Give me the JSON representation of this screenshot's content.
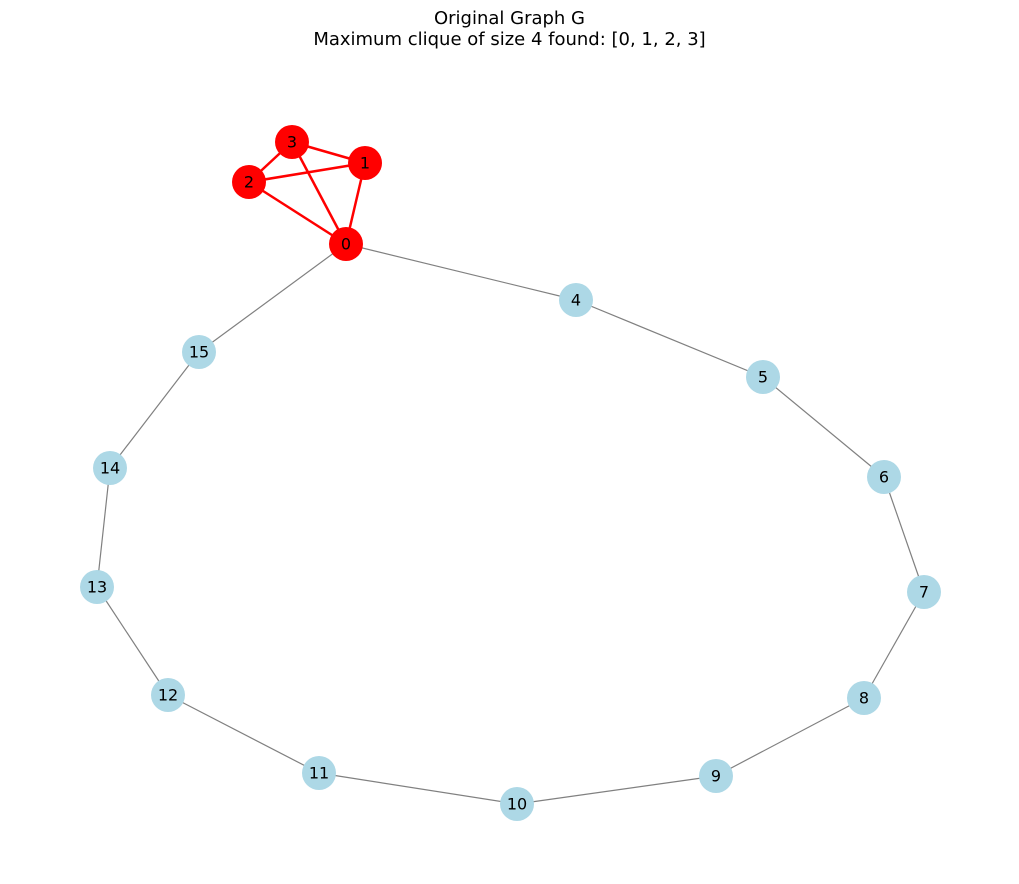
{
  "title": {
    "line1": "Original Graph G",
    "line2": "Maximum clique of size 4 found: [0, 1, 2, 3]"
  },
  "colors": {
    "clique_node": "#ff0000",
    "clique_edge": "#ff0000",
    "other_node": "#add8e6",
    "other_edge": "#808080",
    "label": "#000000"
  },
  "graph": {
    "clique": [
      0,
      1,
      2,
      3
    ],
    "nodes": [
      {
        "id": 0,
        "label": "0"
      },
      {
        "id": 1,
        "label": "1"
      },
      {
        "id": 2,
        "label": "2"
      },
      {
        "id": 3,
        "label": "3"
      },
      {
        "id": 4,
        "label": "4"
      },
      {
        "id": 5,
        "label": "5"
      },
      {
        "id": 6,
        "label": "6"
      },
      {
        "id": 7,
        "label": "7"
      },
      {
        "id": 8,
        "label": "8"
      },
      {
        "id": 9,
        "label": "9"
      },
      {
        "id": 10,
        "label": "10"
      },
      {
        "id": 11,
        "label": "11"
      },
      {
        "id": 12,
        "label": "12"
      },
      {
        "id": 13,
        "label": "13"
      },
      {
        "id": 14,
        "label": "14"
      },
      {
        "id": 15,
        "label": "15"
      }
    ],
    "edges": [
      [
        0,
        1
      ],
      [
        0,
        2
      ],
      [
        0,
        3
      ],
      [
        1,
        2
      ],
      [
        1,
        3
      ],
      [
        2,
        3
      ],
      [
        0,
        4
      ],
      [
        4,
        5
      ],
      [
        5,
        6
      ],
      [
        6,
        7
      ],
      [
        7,
        8
      ],
      [
        8,
        9
      ],
      [
        9,
        10
      ],
      [
        10,
        11
      ],
      [
        11,
        12
      ],
      [
        12,
        13
      ],
      [
        13,
        14
      ],
      [
        14,
        15
      ],
      [
        15,
        0
      ]
    ]
  }
}
